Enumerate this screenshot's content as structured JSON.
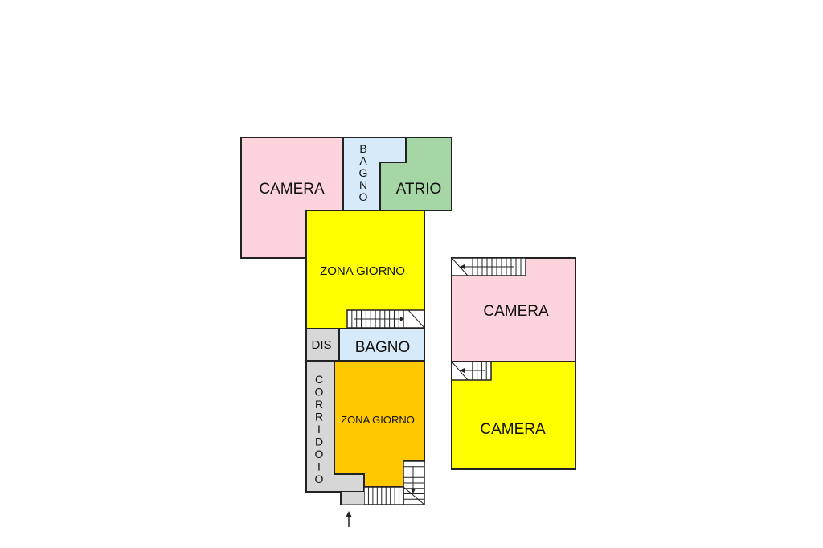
{
  "floor_plan": {
    "colors": {
      "camera_pink": "#fdd3dc",
      "bagno_blue": "#d6eafa",
      "atrio_green": "#a6d6a6",
      "zona_yellow": "#ffff00",
      "zona_orange": "#ffc800",
      "corridor_gray": "#d7d7d7",
      "wall": "#222222"
    },
    "rooms": {
      "camera_top": "CAMERA",
      "bagno_vertical": [
        "B",
        "A",
        "G",
        "N",
        "O"
      ],
      "atrio": "ATRIO",
      "zona_giorno_upper": "ZONA GIORNO",
      "dis": "DIS",
      "bagno": "BAGNO",
      "corridoio_vertical": [
        "C",
        "O",
        "R",
        "R",
        "I",
        "D",
        "O",
        "I",
        "O"
      ],
      "zona_giorno_lower": "ZONA GIORNO",
      "camera_right_upper": "CAMERA",
      "camera_right_lower": "CAMERA"
    },
    "entrance_icon": "arrow-up-icon",
    "stairs_icons": [
      "stairs-icon",
      "stairs-icon",
      "stairs-icon",
      "stairs-icon"
    ]
  }
}
